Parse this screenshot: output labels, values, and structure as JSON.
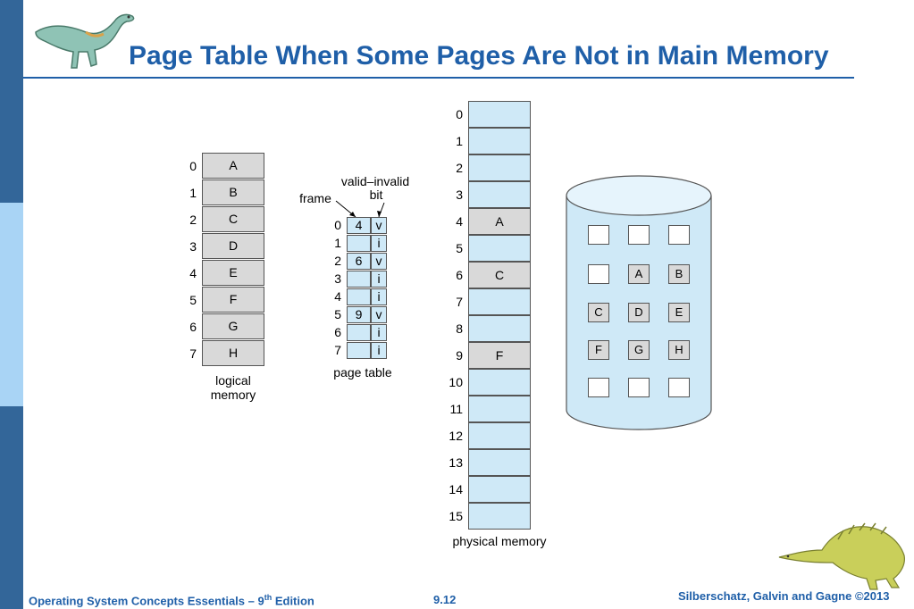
{
  "slide": {
    "title": "Page Table When Some Pages Are Not in Main Memory",
    "accent_color": "#1f5fa8"
  },
  "logical_memory": {
    "indices": [
      "0",
      "1",
      "2",
      "3",
      "4",
      "5",
      "6",
      "7"
    ],
    "pages": [
      "A",
      "B",
      "C",
      "D",
      "E",
      "F",
      "G",
      "H"
    ],
    "caption_line1": "logical",
    "caption_line2": "memory"
  },
  "page_table": {
    "label_frame": "frame",
    "label_valid_line1": "valid–invalid",
    "label_valid_line2": "bit",
    "caption": "page table",
    "indices": [
      "0",
      "1",
      "2",
      "3",
      "4",
      "5",
      "6",
      "7"
    ],
    "frames": [
      "4",
      "",
      "6",
      "",
      "",
      "9",
      "",
      ""
    ],
    "bits": [
      "v",
      "i",
      "v",
      "i",
      "i",
      "v",
      "i",
      "i"
    ]
  },
  "physical_memory": {
    "indices": [
      "0",
      "1",
      "2",
      "3",
      "4",
      "5",
      "6",
      "7",
      "8",
      "9",
      "10",
      "11",
      "12",
      "13",
      "14",
      "15"
    ],
    "contents": [
      "",
      "",
      "",
      "",
      "A",
      "",
      "C",
      "",
      "",
      "F",
      "",
      "",
      "",
      "",
      "",
      ""
    ],
    "caption": "physical memory"
  },
  "disk": {
    "rows": [
      [
        "",
        "",
        ""
      ],
      [
        "",
        "A",
        "B"
      ],
      [
        "C",
        "D",
        "E"
      ],
      [
        "F",
        "G",
        "H"
      ],
      [
        "",
        "",
        ""
      ]
    ]
  },
  "footer": {
    "left_prefix": "Operating System Concepts Essentials – 9",
    "left_sup": "th",
    "left_suffix": " Edition",
    "center": "9.12",
    "right": "Silberschatz, Galvin and Gagne ©2013"
  }
}
